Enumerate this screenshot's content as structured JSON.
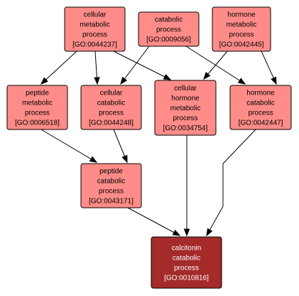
{
  "colors": {
    "node_fill": "#ff8c88",
    "target_fill": "#a52a2a",
    "node_text": "#000000",
    "target_text": "#ffffff",
    "edge": "#000000"
  },
  "nodes": [
    {
      "id": "cellular-metabolic-process",
      "lines": [
        "cellular",
        "metabolic",
        "process",
        "[GO:0044237]"
      ],
      "target": false
    },
    {
      "id": "catabolic-process",
      "lines": [
        "catabolic",
        "process",
        "[GO:0009056]"
      ],
      "target": false
    },
    {
      "id": "hormone-metabolic-process",
      "lines": [
        "hormone",
        "metabolic",
        "process",
        "[GO:0042445]"
      ],
      "target": false
    },
    {
      "id": "peptide-metabolic-process",
      "lines": [
        "peptide",
        "metabolic",
        "process",
        "[GO:0006518]"
      ],
      "target": false
    },
    {
      "id": "cellular-catabolic-process",
      "lines": [
        "cellular",
        "catabolic",
        "process",
        "[GO:0044248]"
      ],
      "target": false
    },
    {
      "id": "cellular-hormone-metabolic-process",
      "lines": [
        "cellular",
        "hormone",
        "metabolic",
        "process",
        "[GO:0034754]"
      ],
      "target": false
    },
    {
      "id": "hormone-catabolic-process",
      "lines": [
        "hormone",
        "catabolic",
        "process",
        "[GO:0042447]"
      ],
      "target": false
    },
    {
      "id": "peptide-catabolic-process",
      "lines": [
        "peptide",
        "catabolic",
        "process",
        "[GO:0043171]"
      ],
      "target": false
    },
    {
      "id": "calcitonin-catabolic-process",
      "lines": [
        "calcitonin",
        "catabolic",
        "process",
        "[GO:0010816]"
      ],
      "target": true
    }
  ],
  "edges": [
    {
      "from": "cellular-metabolic-process",
      "to": "peptide-metabolic-process"
    },
    {
      "from": "cellular-metabolic-process",
      "to": "cellular-catabolic-process"
    },
    {
      "from": "cellular-metabolic-process",
      "to": "cellular-hormone-metabolic-process"
    },
    {
      "from": "catabolic-process",
      "to": "cellular-catabolic-process"
    },
    {
      "from": "catabolic-process",
      "to": "hormone-catabolic-process"
    },
    {
      "from": "hormone-metabolic-process",
      "to": "cellular-hormone-metabolic-process"
    },
    {
      "from": "hormone-metabolic-process",
      "to": "hormone-catabolic-process"
    },
    {
      "from": "peptide-metabolic-process",
      "to": "peptide-catabolic-process"
    },
    {
      "from": "cellular-catabolic-process",
      "to": "peptide-catabolic-process"
    },
    {
      "from": "peptide-catabolic-process",
      "to": "calcitonin-catabolic-process"
    },
    {
      "from": "cellular-hormone-metabolic-process",
      "to": "calcitonin-catabolic-process"
    },
    {
      "from": "hormone-catabolic-process",
      "to": "calcitonin-catabolic-process"
    }
  ]
}
